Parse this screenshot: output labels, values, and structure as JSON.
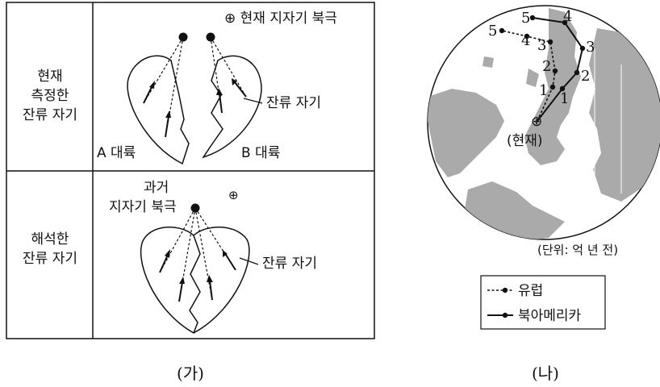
{
  "panel_ga": {
    "caption": "(가)",
    "row1_label_lines": [
      "현재",
      "측정한",
      "잔류 자기"
    ],
    "row2_label_lines": [
      "해석한",
      "잔류 자기"
    ],
    "current_pole_legend": "⊕ 현재 지자기 북극",
    "remnant_label_top": "잔류 자기",
    "remnant_label_bottom": "잔류 자기",
    "continent_a": "A 대륙",
    "continent_b": "B 대륙",
    "past_pole_lines": [
      "과거",
      "지자기 북극"
    ],
    "current_pole_symbol": "⊕"
  },
  "panel_na": {
    "caption": "(나)",
    "unit_note": "(단위: 억 년 전)",
    "present_label": "(현재)",
    "present_symbol": "⊕",
    "europe_points": [
      "1",
      "2",
      "3",
      "4",
      "5"
    ],
    "na_points": [
      "1",
      "2",
      "3",
      "4",
      "5"
    ],
    "legend": {
      "europe": "유럽",
      "north_america": "북아메리카"
    }
  }
}
